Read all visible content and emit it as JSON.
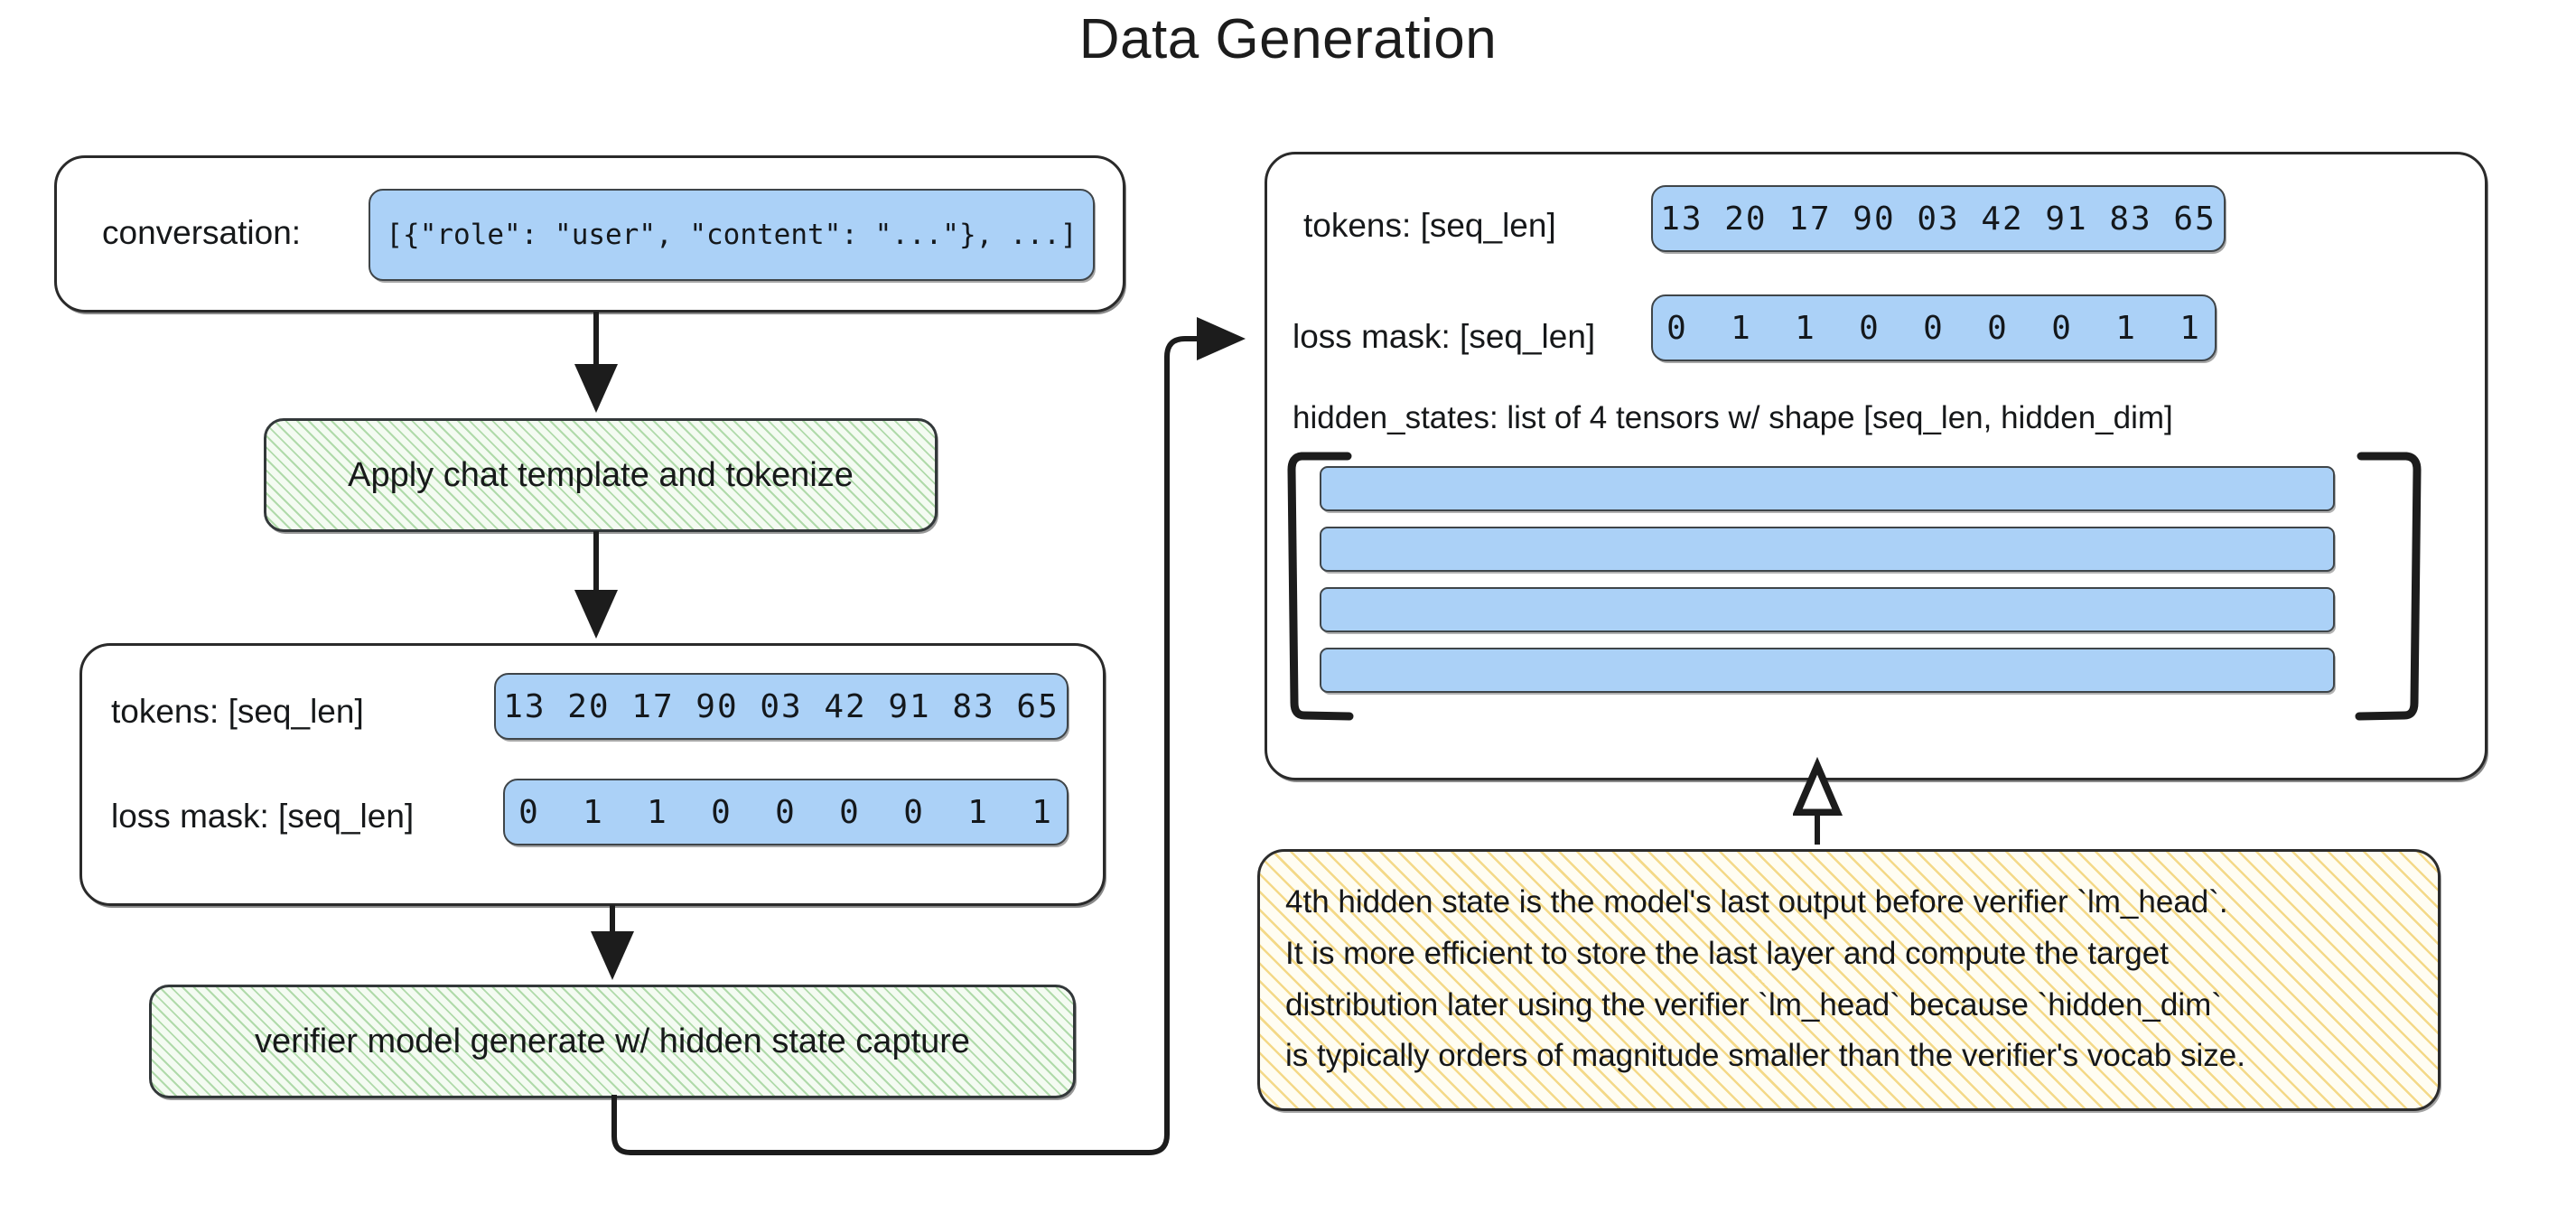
{
  "title": "Data Generation",
  "left_panel": {
    "conversation": {
      "label": "conversation:",
      "value": "[{\"role\": \"user\", \"content\": \"...\"}, ...]"
    },
    "process_1": "Apply chat template and tokenize",
    "tokens_box": {
      "tokens_label": "tokens: [seq_len]",
      "tokens_value": "13 20 17 90 03 42 91 83 65",
      "loss_mask_label": "loss mask: [seq_len]",
      "loss_mask_value": "0  1  1  0  0  0  0  1  1"
    },
    "process_2": "verifier model generate w/ hidden state capture"
  },
  "right_panel": {
    "tokens_label": "tokens: [seq_len]",
    "tokens_value": "13 20 17 90 03 42 91 83 65",
    "loss_mask_label": "loss mask: [seq_len]",
    "loss_mask_value": "0  1  1  0  0  0  0  1  1",
    "hidden_states_label": "hidden_states: list of 4 tensors w/ shape [seq_len, hidden_dim]",
    "tensor_count": 4
  },
  "note": {
    "line_1": "4th hidden state is the model's last output before verifier `lm_head`.",
    "line_2": "It is more efficient to store the last layer and compute the target",
    "line_3": "distribution later using the verifier `lm_head` because `hidden_dim`",
    "line_4": "is typically orders of magnitude smaller than the verifier's vocab size."
  },
  "colors": {
    "chip_blue": "#ABD1F7",
    "process_green": "#f4fbf2",
    "note_yellow": "#fffdf2",
    "stroke": "#2a2a2a"
  }
}
